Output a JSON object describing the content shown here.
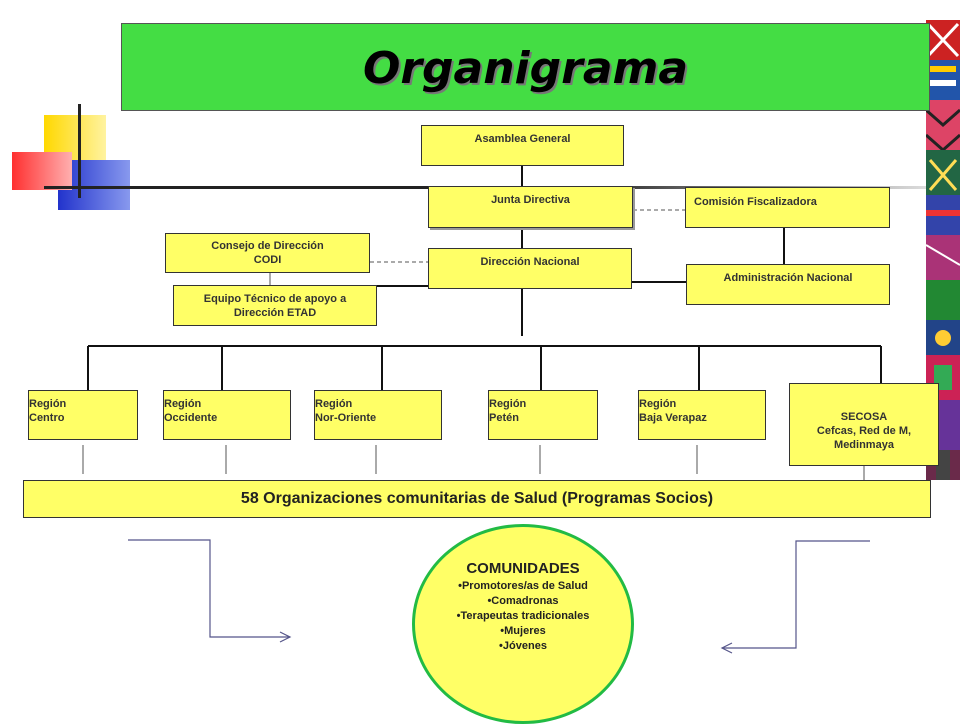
{
  "title": "Organigrama",
  "boxes": {
    "asamblea": "Asamblea General",
    "junta": "Junta Directiva",
    "comision": "Comisión Fiscalizadora",
    "consejo_line1": "Consejo   de Dirección",
    "consejo_line2": "CODI",
    "direccion": "Dirección Nacional",
    "administracion": "Administración Nacional",
    "equipo_line1": "Equipo Técnico de apoyo a",
    "equipo_line2": "Dirección  ETAD"
  },
  "regions": [
    {
      "line1": "Región",
      "line2": "Centro"
    },
    {
      "line1": "Región",
      "line2": "Occidente"
    },
    {
      "line1": "Región",
      "line2": "Nor-Oriente"
    },
    {
      "line1": "Región",
      "line2": "Petén"
    },
    {
      "line1": "Región",
      "line2": "Baja Verapaz"
    }
  ],
  "secosa": {
    "line1": "SECOSA",
    "line2": "Cefcas,  Red de M,",
    "line3": "Medinmaya"
  },
  "organizaciones": "58 Organizaciones comunitarias de Salud (Programas Socios)",
  "comunidades": {
    "heading": "COMUNIDADES",
    "items": [
      "Promotores/as de Salud",
      "Comadronas",
      "Terapeutas tradicionales",
      "Mujeres",
      "Jóvenes"
    ]
  },
  "colors": {
    "box_fill": "#ffff66",
    "title_bar": "#44dd44",
    "oval_border": "#22bb44"
  }
}
